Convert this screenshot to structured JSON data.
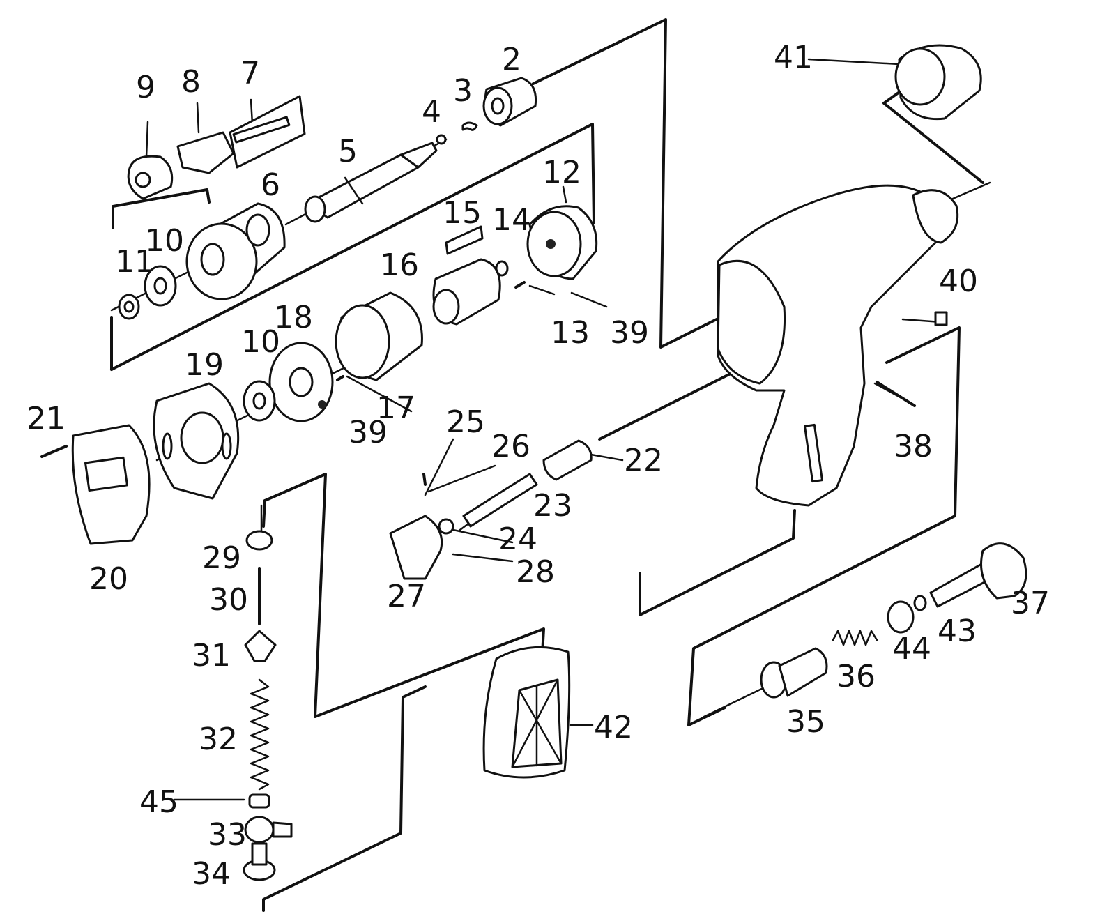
{
  "diagram": {
    "ink_color": "#111111",
    "background": "#ffffff",
    "labels": [
      {
        "id": "p2",
        "text": "2"
      },
      {
        "id": "p3",
        "text": "3"
      },
      {
        "id": "p4",
        "text": "4"
      },
      {
        "id": "p5",
        "text": "5"
      },
      {
        "id": "p6",
        "text": "6"
      },
      {
        "id": "p7",
        "text": "7"
      },
      {
        "id": "p8",
        "text": "8"
      },
      {
        "id": "p9",
        "text": "9"
      },
      {
        "id": "p10a",
        "text": "10"
      },
      {
        "id": "p10b",
        "text": "10"
      },
      {
        "id": "p11",
        "text": "11"
      },
      {
        "id": "p12",
        "text": "12"
      },
      {
        "id": "p13",
        "text": "13"
      },
      {
        "id": "p14",
        "text": "14"
      },
      {
        "id": "p15",
        "text": "15"
      },
      {
        "id": "p16",
        "text": "16"
      },
      {
        "id": "p17",
        "text": "17"
      },
      {
        "id": "p18",
        "text": "18"
      },
      {
        "id": "p19",
        "text": "19"
      },
      {
        "id": "p20",
        "text": "20"
      },
      {
        "id": "p21",
        "text": "21"
      },
      {
        "id": "p22",
        "text": "22"
      },
      {
        "id": "p23",
        "text": "23"
      },
      {
        "id": "p24",
        "text": "24"
      },
      {
        "id": "p25",
        "text": "25"
      },
      {
        "id": "p26",
        "text": "26"
      },
      {
        "id": "p27",
        "text": "27"
      },
      {
        "id": "p28",
        "text": "28"
      },
      {
        "id": "p29",
        "text": "29"
      },
      {
        "id": "p30",
        "text": "30"
      },
      {
        "id": "p31",
        "text": "31"
      },
      {
        "id": "p32",
        "text": "32"
      },
      {
        "id": "p33",
        "text": "33"
      },
      {
        "id": "p34",
        "text": "34"
      },
      {
        "id": "p35",
        "text": "35"
      },
      {
        "id": "p36",
        "text": "36"
      },
      {
        "id": "p37",
        "text": "37"
      },
      {
        "id": "p38",
        "text": "38"
      },
      {
        "id": "p39a",
        "text": "39"
      },
      {
        "id": "p39b",
        "text": "39"
      },
      {
        "id": "p40",
        "text": "40"
      },
      {
        "id": "p41",
        "text": "41"
      },
      {
        "id": "p42",
        "text": "42"
      },
      {
        "id": "p43",
        "text": "43"
      },
      {
        "id": "p44",
        "text": "44"
      },
      {
        "id": "p45",
        "text": "45"
      }
    ]
  }
}
